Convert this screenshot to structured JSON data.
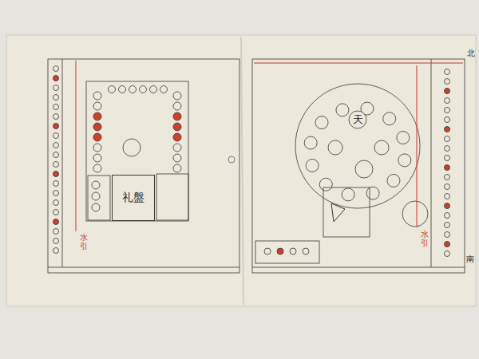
{
  "diagram": {
    "nodes": [
      {
        "text": [
          "礼盤"
        ]
      },
      {
        "text": [
          "天"
        ]
      }
    ],
    "labels": [
      "水引",
      "水引",
      "北",
      "南"
    ]
  }
}
